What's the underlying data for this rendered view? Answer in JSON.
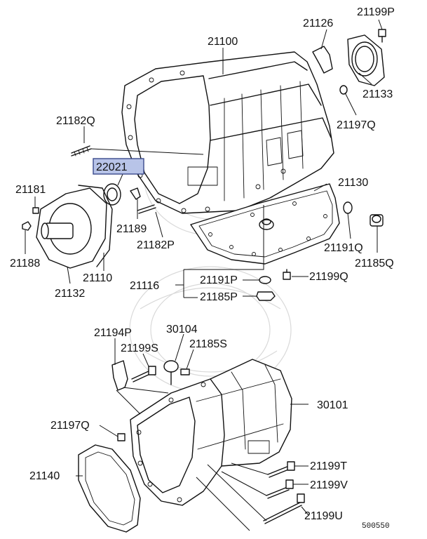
{
  "labels": {
    "p21199P_top": "21199P",
    "p21126": "21126",
    "p21100": "21100",
    "p21133": "21133",
    "p21182Q": "21182Q",
    "p21197Q_top": "21197Q",
    "p22021": "22021",
    "p21181": "21181",
    "p21130": "21130",
    "p21189": "21189",
    "p21182P": "21182P",
    "p21191Q": "21191Q",
    "p21185Q": "21185Q",
    "p21188": "21188",
    "p21110": "21110",
    "p21132": "21132",
    "p21116": "21116",
    "p21191P": "21191P",
    "p21185P": "21185P",
    "p21199Q": "21199Q",
    "p21194P": "21194P",
    "p30104": "30104",
    "p21199S": "21199S",
    "p21185S": "21185S",
    "p30101": "30101",
    "p21197Q_bot": "21197Q",
    "p21140": "21140",
    "p21199T": "21199T",
    "p21199V": "21199V",
    "p21199U": "21199U"
  },
  "diagram_code": "500550",
  "highlight_color": "#b8c4e8"
}
